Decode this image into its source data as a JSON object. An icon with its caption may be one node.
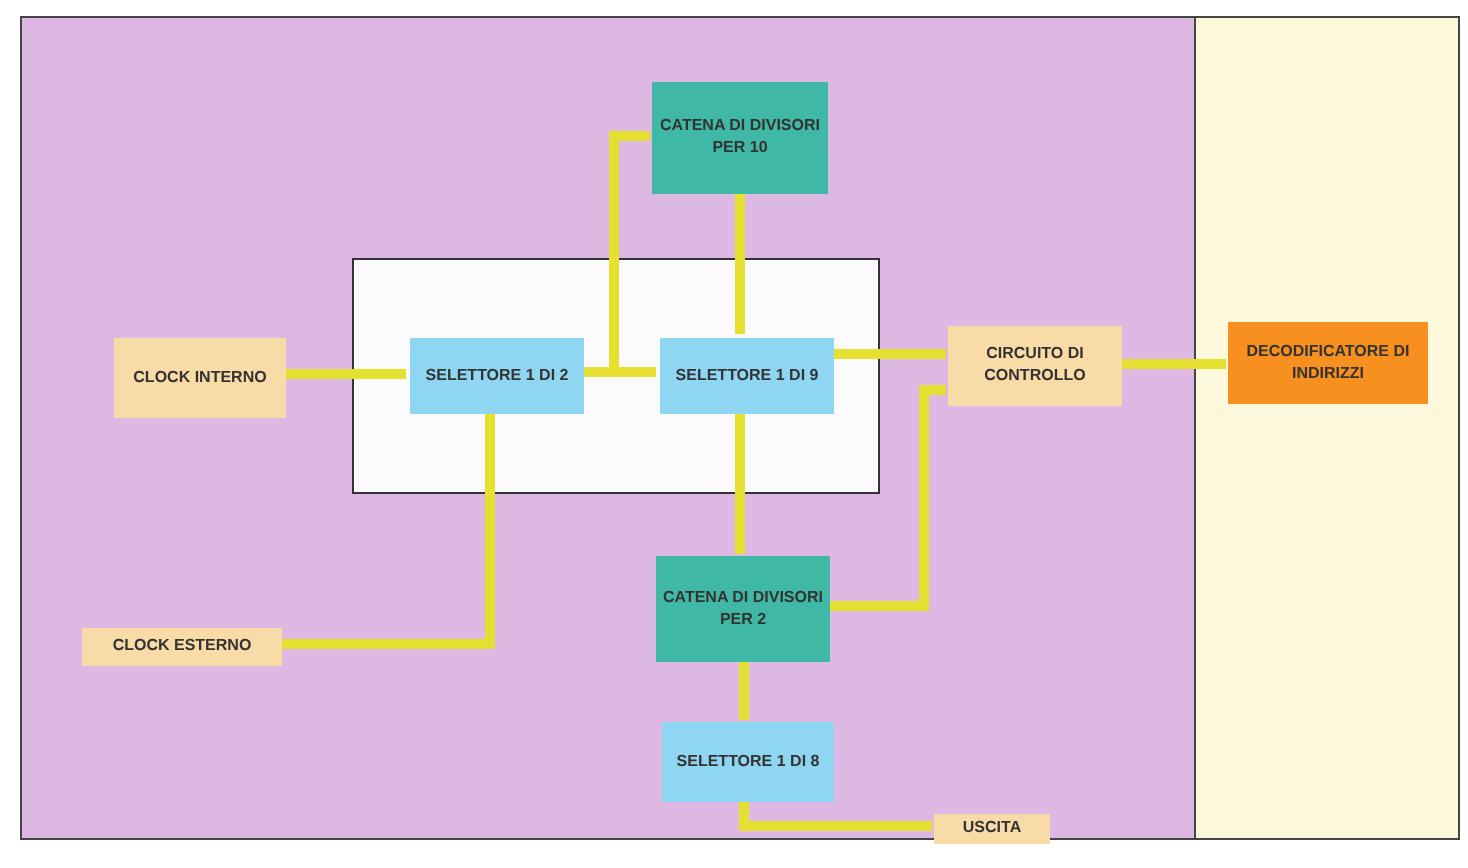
{
  "diagram": {
    "nodes": [
      {
        "text": [],
        "shape": "box"
      },
      {
        "text": [],
        "shape": "box"
      },
      {
        "text": [],
        "shape": "box",
        "in": 0
      },
      {
        "text": [
          "CATENA DI DIVISORI PER 10"
        ],
        "in": 0
      },
      {
        "text": [
          "CLOCK INTERNO"
        ],
        "in": 0
      },
      {
        "text": [
          "SELETTORE 1 DI 2"
        ],
        "in": 2
      },
      {
        "text": [
          "SELETTORE 1 DI 9"
        ],
        "in": 2
      },
      {
        "text": [
          "CIRCUITO DI CONTROLLO"
        ],
        "in": 0
      },
      {
        "text": [
          "DECODIFICATORE DI INDIRIZZI"
        ],
        "in": 1
      },
      {
        "text": [
          "CATENA DI DIVISORI PER 2"
        ],
        "in": 0
      },
      {
        "text": [
          "CLOCK ESTERNO"
        ],
        "in": 0
      },
      {
        "text": [
          "SELETTORE 1 DI 8"
        ],
        "in": 0
      },
      {
        "text": [
          "USCITA"
        ],
        "in": 0
      }
    ],
    "edges": [
      {
        "from": 4,
        "to": 5,
        "arrow": "none"
      },
      {
        "from": 5,
        "to": 6,
        "arrow": "none"
      },
      {
        "from": 5,
        "to": 3,
        "arrow": "none"
      },
      {
        "from": 3,
        "to": 6,
        "arrow": "none"
      },
      {
        "from": 6,
        "to": 7,
        "arrow": "none"
      },
      {
        "from": 7,
        "to": 8,
        "arrow": "none"
      },
      {
        "from": 10,
        "to": 5,
        "arrow": "none"
      },
      {
        "from": 6,
        "to": 9,
        "arrow": "none"
      },
      {
        "from": 9,
        "to": 7,
        "arrow": "none"
      },
      {
        "from": 9,
        "to": 11,
        "arrow": "none"
      },
      {
        "from": 11,
        "to": 12,
        "arrow": "none"
      }
    ]
  }
}
